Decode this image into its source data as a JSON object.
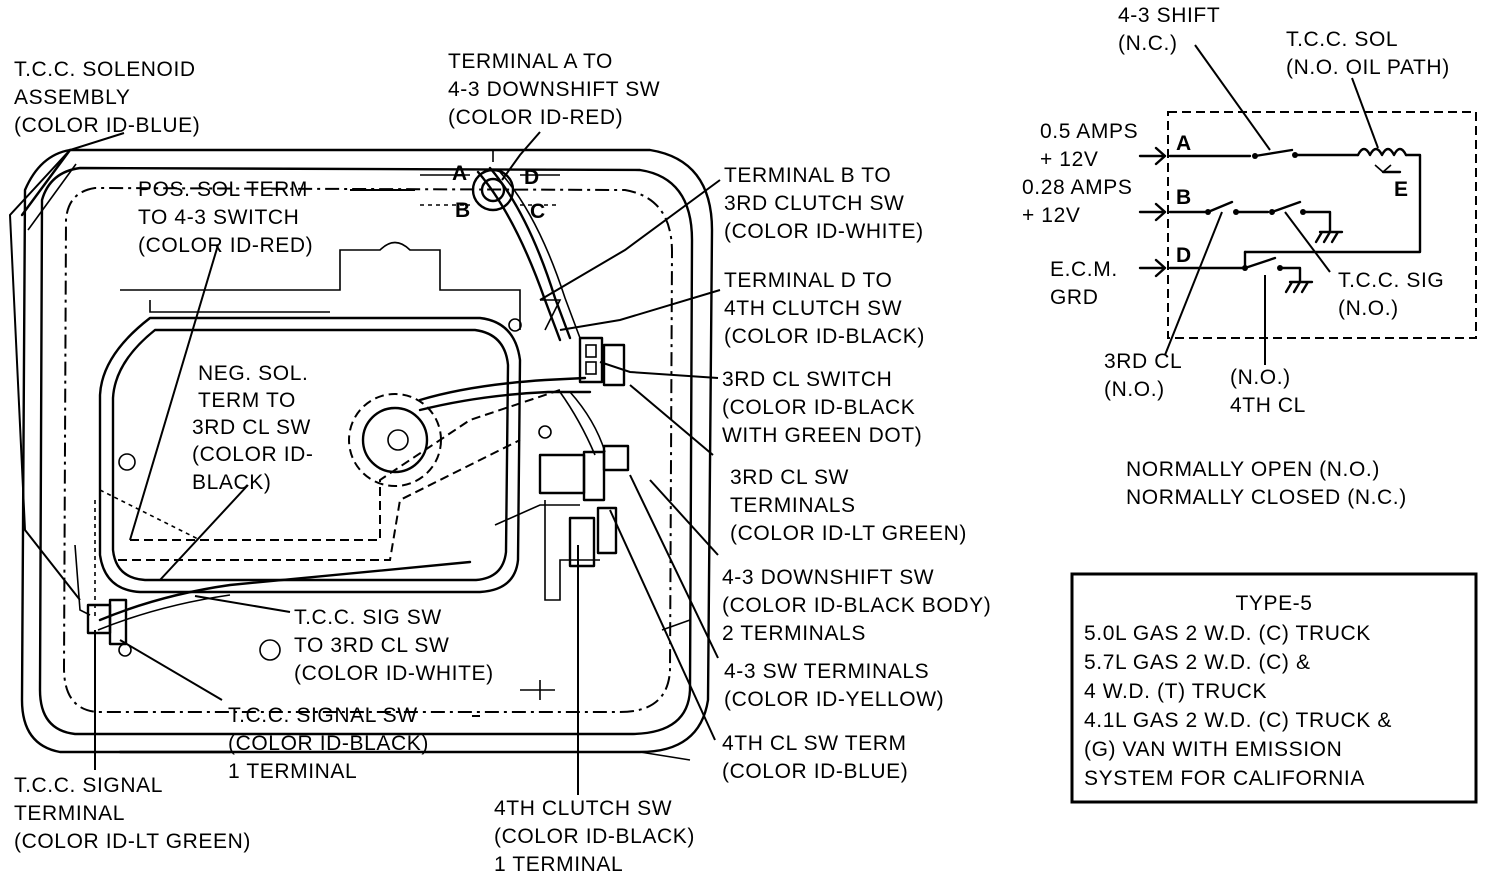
{
  "labels": {
    "tcc_solenoid": [
      "T.C.C. SOLENOID",
      "ASSEMBLY",
      "(COLOR ID-BLUE)"
    ],
    "terminal_a": [
      "TERMINAL A TO",
      "4-3 DOWNSHIFT SW",
      "(COLOR ID-RED)"
    ],
    "pos_sol_term": [
      "POS. SOL TERM",
      "TO 4-3 SWITCH",
      "(COLOR ID-RED)"
    ],
    "terminal_b": [
      "TERMINAL B TO",
      "3RD CLUTCH SW",
      "(COLOR ID-WHITE)"
    ],
    "terminal_d": [
      "TERMINAL D TO",
      "4TH CLUTCH SW",
      "(COLOR ID-BLACK)"
    ],
    "neg_sol_term": [
      "NEG. SOL.",
      "TERM TO",
      "3RD CL SW",
      "(COLOR ID-",
      "BLACK)"
    ],
    "third_cl_switch": [
      "3RD CL SWITCH",
      "(COLOR ID-BLACK",
      "WITH GREEN DOT)"
    ],
    "third_cl_sw_terminals": [
      "3RD CL SW",
      "TERMINALS",
      "(COLOR ID-LT GREEN)"
    ],
    "downshift_sw": [
      "4-3 DOWNSHIFT SW",
      "(COLOR ID-BLACK BODY)",
      "2 TERMINALS"
    ],
    "tcc_sig_sw": [
      "T.C.C. SIG SW",
      "TO 3RD CL SW",
      "(COLOR ID-WHITE)"
    ],
    "sw43_terminals": [
      "4-3 SW TERMINALS",
      "(COLOR ID-YELLOW)"
    ],
    "tcc_signal_sw": [
      "T.C.C. SIGNAL SW",
      "(COLOR ID-BLACK)",
      "1 TERMINAL"
    ],
    "fourth_cl_sw_term": [
      "4TH CL SW TERM",
      "(COLOR ID-BLUE)"
    ],
    "tcc_signal_terminal": [
      "T.C.C. SIGNAL",
      "TERMINAL",
      "(COLOR ID-LT GREEN)"
    ],
    "fourth_clutch_sw": [
      "4TH CLUTCH SW",
      "(COLOR ID-BLACK)",
      "1 TERMINAL"
    ],
    "connector_pins": [
      "A",
      "D",
      "B",
      "C"
    ]
  },
  "schematic": {
    "shift": [
      "4-3 SHIFT",
      "(N.C.)"
    ],
    "tcc_sol": [
      "T.C.C. SOL",
      "(N.O. OIL PATH)"
    ],
    "a_current": "0.5 AMPS",
    "a_voltage": "+ 12V",
    "b_current": "0.28 AMPS",
    "b_voltage": "+ 12V",
    "ecm": [
      "E.C.M.",
      "GRD"
    ],
    "pin_a": "A",
    "pin_b": "B",
    "pin_d": "D",
    "pin_e": "E",
    "tcc_sig": [
      "T.C.C. SIG",
      "(N.O.)"
    ],
    "third_cl": [
      "3RD CL",
      "(N.O.)"
    ],
    "fourth_cl": [
      "(N.O.)",
      "4TH CL"
    ]
  },
  "legend": {
    "no": "NORMALLY OPEN (N.O.)",
    "nc": "NORMALLY CLOSED (N.C.)"
  },
  "type_box": {
    "title": "TYPE-5",
    "lines": [
      "5.0L GAS 2 W.D. (C) TRUCK",
      "5.7L GAS 2 W.D. (C) &",
      "4 W.D. (T) TRUCK",
      "4.1L GAS 2 W.D. (C) TRUCK &",
      "(G) VAN WITH EMISSION",
      "SYSTEM FOR CALIFORNIA"
    ]
  }
}
